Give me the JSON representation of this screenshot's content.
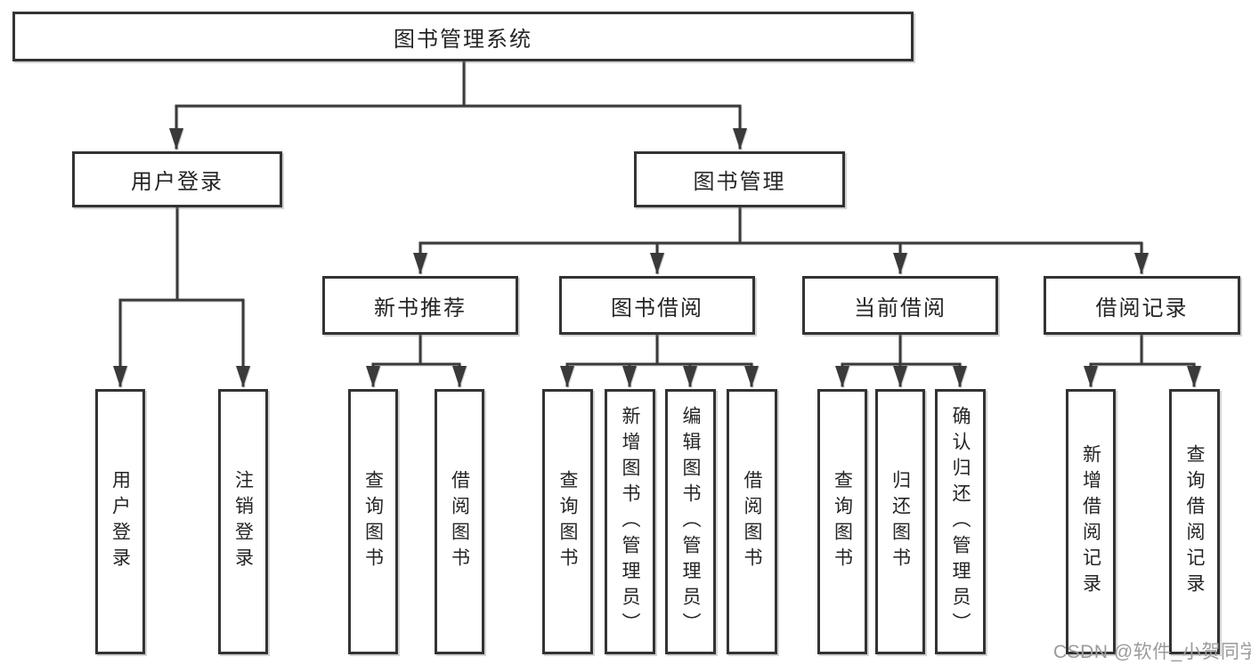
{
  "colors": {
    "background": "#ffffff",
    "box_border": "#333333",
    "line": "#3a3a3a",
    "text": "#252525",
    "watermark": "#9b9b9b"
  },
  "tree": {
    "root": {
      "label": "图书管理系统"
    },
    "branches": [
      {
        "label": "用户登录",
        "children": [
          {
            "label": "用户登录"
          },
          {
            "label": "注销登录"
          }
        ]
      },
      {
        "label": "图书管理",
        "children": [
          {
            "label": "新书推荐",
            "children": [
              {
                "label": "查询图书"
              },
              {
                "label": "借阅图书"
              }
            ]
          },
          {
            "label": "图书借阅",
            "children": [
              {
                "label": "查询图书"
              },
              {
                "label": "新增图书（管理员）"
              },
              {
                "label": "编辑图书（管理员）"
              },
              {
                "label": "借阅图书"
              }
            ]
          },
          {
            "label": "当前借阅",
            "children": [
              {
                "label": "查询图书"
              },
              {
                "label": "归还图书"
              },
              {
                "label": "确认归还（管理员）"
              }
            ]
          },
          {
            "label": "借阅记录",
            "children": [
              {
                "label": "新增借阅记录"
              },
              {
                "label": "查询借阅记录"
              }
            ]
          }
        ]
      }
    ]
  },
  "watermark": {
    "text": "CSDN @软件_小贺同学"
  }
}
